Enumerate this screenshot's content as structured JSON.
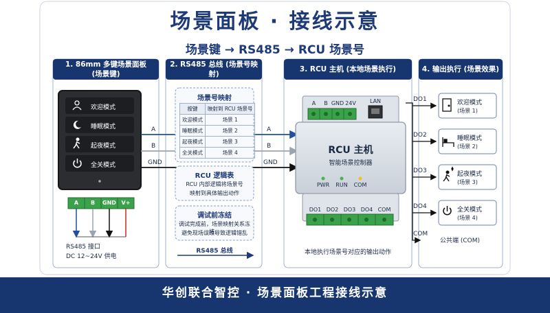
{
  "title": "场景面板 · 接线示意",
  "subtitle": "场景键 → RS485 → RCU 场景号",
  "columns": [
    {
      "line1": "1. 86mm 多键场景面板",
      "line2": "(场景键)"
    },
    {
      "line1": "2. RS485 总线 (场景号映射)",
      "line2": ""
    },
    {
      "line1": "3. RCU 主机 (本地场景执行)",
      "line2": ""
    },
    {
      "line1": "4. 输出执行 (场景效果)",
      "line2": ""
    }
  ],
  "panel": {
    "keys": [
      {
        "icon": "person-icon",
        "label": "欢迎模式"
      },
      {
        "icon": "moon-icon",
        "label": "睡眠模式"
      },
      {
        "icon": "walking-icon",
        "label": "起夜模式"
      },
      {
        "icon": "power-icon",
        "label": "全关模式"
      }
    ],
    "terminals": [
      "A",
      "B",
      "GND",
      "V+"
    ],
    "note_line1": "RS485 接口",
    "note_line2": "DC 12~24V 供电"
  },
  "bus": {
    "wire_labels": [
      "A",
      "B",
      "GND"
    ],
    "mapping": {
      "title": "场景号映射",
      "headers": [
        "按键",
        "映射到 RCU 场景号"
      ],
      "rows": [
        [
          "欢迎模式",
          "场景 1"
        ],
        [
          "睡眠模式",
          "场景 2"
        ],
        [
          "起夜模式",
          "场景 3"
        ],
        [
          "全关模式",
          "场景 4"
        ]
      ]
    },
    "logic": {
      "title": "RCU 逻辑表",
      "line1": "RCU 内部逻辑将场景号",
      "line2": "映射到具体输出动作"
    },
    "debug": {
      "title": "调试前冻结",
      "line1": "调试完成前，场景映射关系冻结，",
      "line2": "避免现场误改导致逻辑错乱"
    },
    "bottom_label": "RS485 总线"
  },
  "rcu": {
    "top_terminals": [
      "A",
      "B",
      "GND",
      "24V"
    ],
    "lan": "LAN",
    "name": "RCU 主机",
    "desc": "智能场景控制器",
    "leds": [
      {
        "label": "PWR",
        "color": "#4caf50"
      },
      {
        "label": "RUN",
        "color": "#4caf50"
      },
      {
        "label": "COM",
        "color": "#f0c020"
      }
    ],
    "bottom_terminals": [
      "DO1",
      "DO2",
      "DO3",
      "DO4",
      "COM"
    ],
    "caption": "本地执行场景号对应的输出动作"
  },
  "outputs": [
    {
      "channel": "DO1",
      "icon": "door-icon",
      "label": "欢迎模式",
      "scene": "(场景 1)"
    },
    {
      "channel": "DO2",
      "icon": "bed-icon",
      "label": "睡眠模式",
      "scene": "(场景 2)"
    },
    {
      "channel": "DO3",
      "icon": "night-walk-icon",
      "label": "起夜模式",
      "scene": "(场景 3)"
    },
    {
      "channel": "DO4",
      "icon": "power-icon",
      "label": "全关模式",
      "scene": "(场景 4)"
    }
  ],
  "common": {
    "channel": "COM",
    "label": "公共端 (COM)"
  },
  "footer": "华创联合智控 · 场景面板工程接线示意",
  "colors": {
    "navy": "#17356f",
    "wire_a": "#1e4fa0",
    "wire_b": "#9aa3b0",
    "wire_gnd": "#111111",
    "wire_v": "#c62828",
    "terminal_green": "#3aa24a"
  }
}
